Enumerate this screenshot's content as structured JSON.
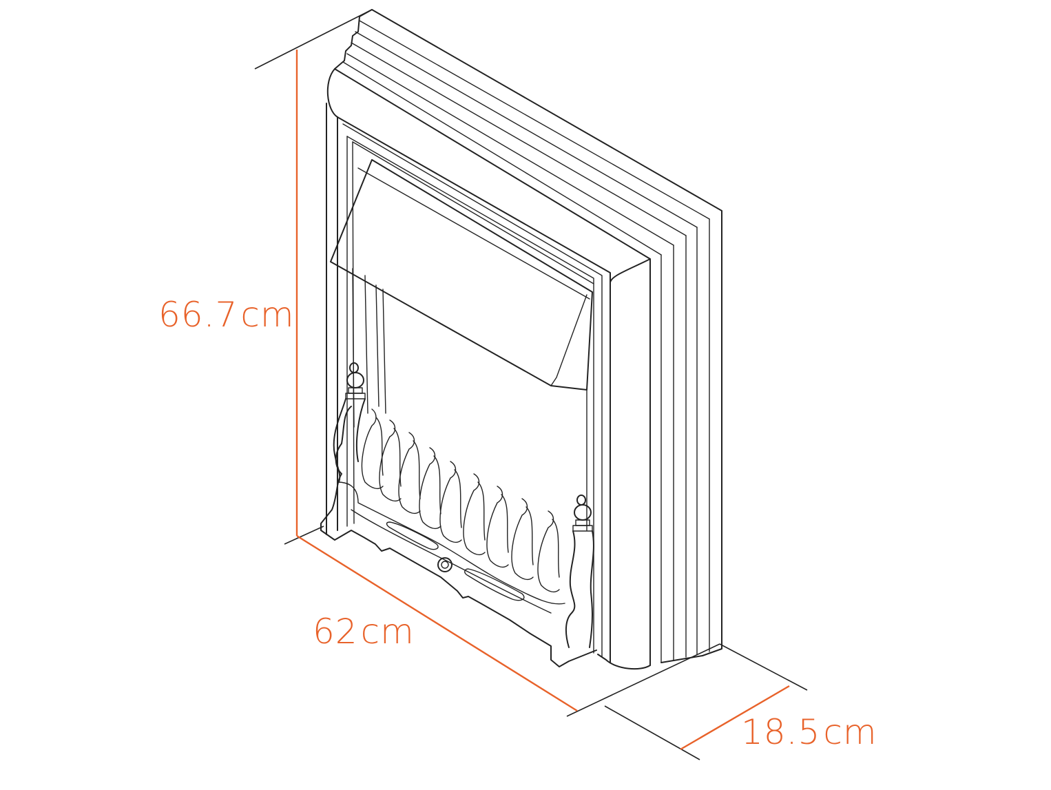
{
  "colors": {
    "accent": "#e8622a",
    "ink": "#222222",
    "background": "#ffffff"
  },
  "dimensions": {
    "height": {
      "value": "66.7",
      "unit": "cm"
    },
    "width": {
      "value": "62",
      "unit": "cm"
    },
    "depth": {
      "value": "18.5",
      "unit": "cm"
    }
  }
}
